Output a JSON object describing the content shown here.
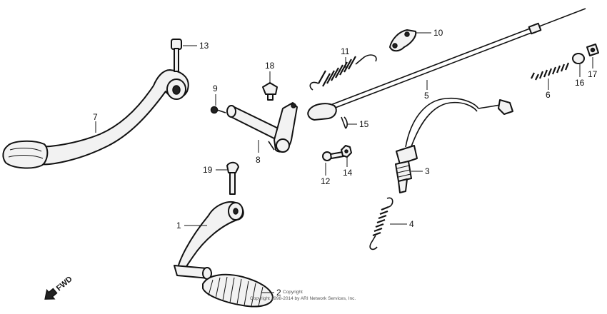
{
  "callouts": {
    "c1": "1",
    "c2": "2",
    "c3": "3",
    "c4": "4",
    "c5": "5",
    "c6": "6",
    "c7": "7",
    "c8": "8",
    "c9": "9",
    "c10": "10",
    "c11": "11",
    "c12": "12",
    "c13": "13",
    "c14": "14",
    "c15": "15",
    "c16": "16",
    "c17": "17",
    "c18": "18",
    "c19": "19"
  },
  "direction_label": "FWD",
  "copyright": {
    "line1": "Copyright",
    "line2": "Copyright 1998-2014 by ARI Network Services, Inc."
  },
  "colors": {
    "ink": "#111111",
    "background": "#ffffff"
  }
}
